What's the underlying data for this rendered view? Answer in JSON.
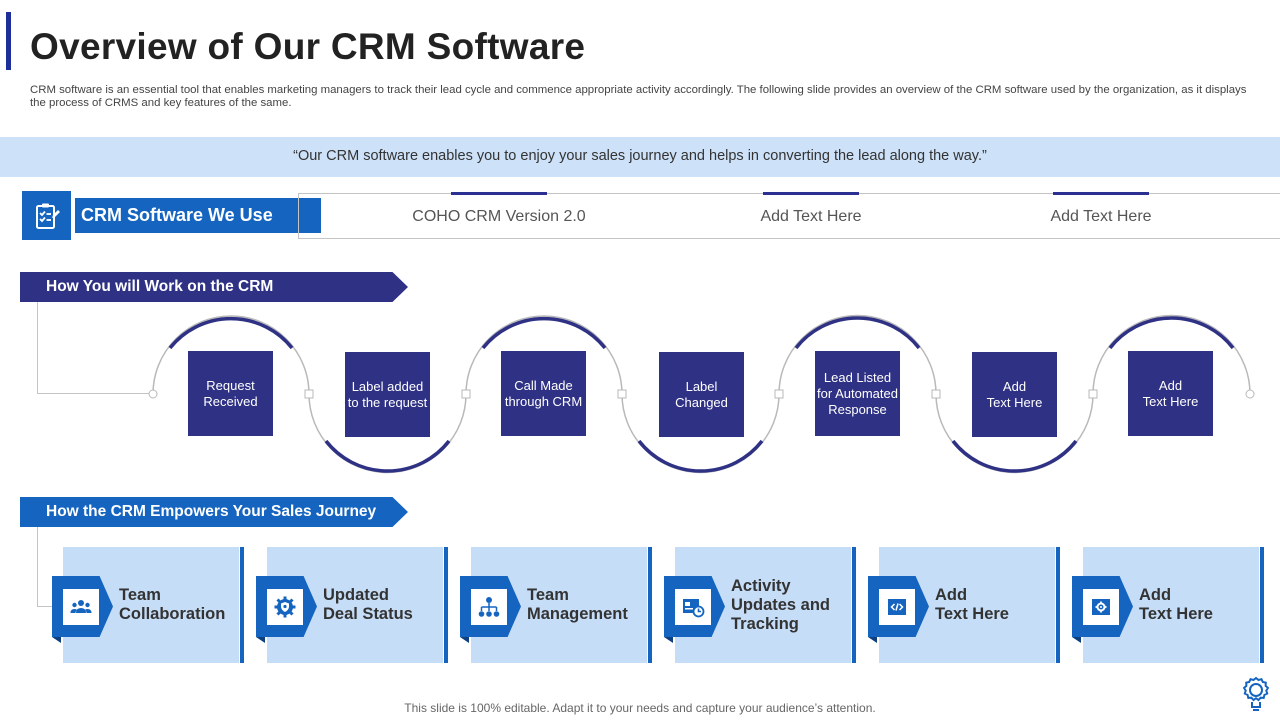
{
  "header": {
    "title": "Overview of Our CRM Software",
    "intro": "CRM software is an essential tool that enables marketing managers to track their lead cycle  and commence appropriate activity accordingly. The following slide provides an overview of the CRM software used by the organization, as it displays the process of CRMS and key features of the same."
  },
  "quote": "“Our CRM software enables you to enjoy your sales journey and helps in converting the lead along the way.”",
  "software": {
    "label": "CRM Software We Use",
    "icon": "clipboard-checklist-icon",
    "items": [
      "COHO CRM Version 2.0",
      "Add Text Here",
      "Add Text Here"
    ]
  },
  "work": {
    "heading": "How You will Work on the CRM",
    "steps": [
      "Request\nReceived",
      "Label added\nto the request",
      "Call Made\nthrough CRM",
      "Label\nChanged",
      "Lead Listed\nfor Automated\nResponse",
      "Add\nText Here",
      "Add\nText Here"
    ]
  },
  "empower": {
    "heading": "How the CRM Empowers Your Sales Journey",
    "cards": [
      {
        "label": "Team\nCollaboration",
        "icon": "team-icon"
      },
      {
        "label": "Updated\nDeal Status",
        "icon": "gear-shield-icon"
      },
      {
        "label": "Team\nManagement",
        "icon": "org-chart-icon"
      },
      {
        "label": "Activity\nUpdates and\nTracking",
        "icon": "tracking-icon"
      },
      {
        "label": "Add\nText Here",
        "icon": "code-window-icon"
      },
      {
        "label": "Add\nText Here",
        "icon": "settings-window-icon"
      }
    ]
  },
  "footer": "This slide is 100% editable. Adapt it to your needs and capture your audience’s attention.",
  "colors": {
    "navy": "#2e3184",
    "blue": "#1565c0",
    "light_blue": "#cde1f8",
    "card_blue": "#c6ddf7"
  }
}
